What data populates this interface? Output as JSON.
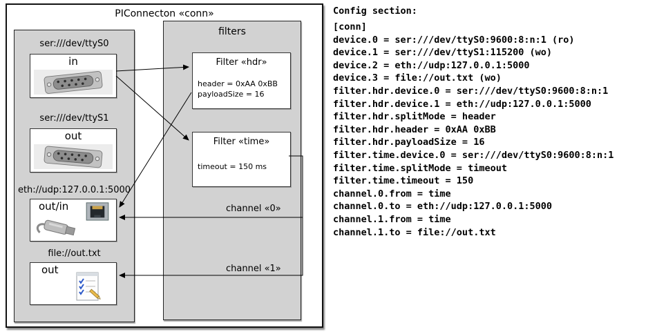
{
  "diagram": {
    "title": "PIConnecton «conn»",
    "devices_panel": {
      "devices": [
        {
          "address": "ser:///dev/ttyS0",
          "direction": "in",
          "icon": "serial-connector"
        },
        {
          "address": "ser:///dev/ttyS1",
          "direction": "out",
          "icon": "serial-connector"
        },
        {
          "address": "eth://udp:127.0.0.1:5000",
          "direction": "out/in",
          "icon": "ethernet-jack"
        },
        {
          "address": "file://out.txt",
          "direction": "out",
          "icon": "text-document"
        }
      ]
    },
    "filters_panel": {
      "title": "filters",
      "filters": [
        {
          "title": "Filter «hdr»",
          "params": [
            "header = 0xAA 0xBB",
            "payloadSize = 16"
          ]
        },
        {
          "title": "Filter «time»",
          "params": [
            "timeout = 150 ms"
          ]
        }
      ],
      "channels": [
        {
          "label": "channel «0»"
        },
        {
          "label": "channel «1»"
        }
      ]
    },
    "colors": {
      "panel_gray": "#d2d2d2",
      "box_white": "#ffffff",
      "line_black": "#000000"
    }
  },
  "config": {
    "heading": "Config section:",
    "lines": [
      "[conn]",
      "device.0 = ser:///dev/ttyS0:9600:8:n:1 (ro)",
      "device.1 = ser:///dev/ttyS1:115200 (wo)",
      "device.2 = eth://udp:127.0.0.1:5000",
      "device.3 = file://out.txt (wo)",
      "filter.hdr.device.0 = ser:///dev/ttyS0:9600:8:n:1",
      "filter.hdr.device.1 = eth://udp:127.0.0.1:5000",
      "filter.hdr.splitMode = header",
      "filter.hdr.header = 0xAA 0xBB",
      "filter.hdr.payloadSize = 16",
      "filter.time.device.0 = ser:///dev/ttyS0:9600:8:n:1",
      "filter.time.splitMode = timeout",
      "filter.time.timeout = 150",
      "channel.0.from = time",
      "channel.0.to = eth://udp:127.0.0.1:5000",
      "channel.1.from = time",
      "channel.1.to = file://out.txt"
    ]
  }
}
